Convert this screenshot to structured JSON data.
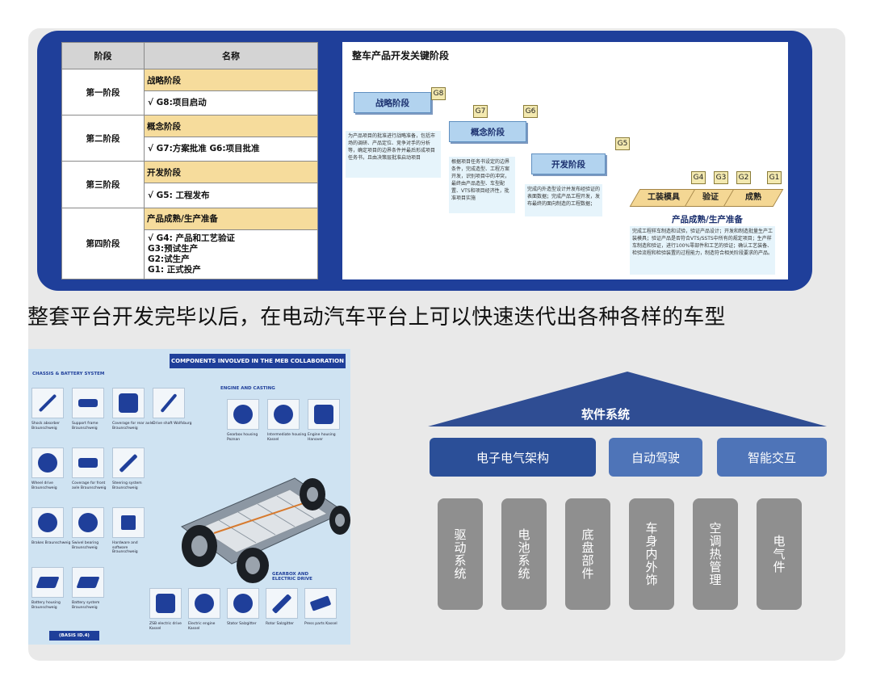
{
  "stage_table": {
    "header_stage": "阶段",
    "header_name": "名称",
    "rows": [
      {
        "stage": "第一阶段",
        "name": "战略阶段",
        "gate": "√ G8:项目启动"
      },
      {
        "stage": "第二阶段",
        "name": "概念阶段",
        "gate": "√ G7:方案批准   G6:项目批准"
      },
      {
        "stage": "第三阶段",
        "name": "开发阶段",
        "gate": "√ G5: 工程发布"
      },
      {
        "stage": "第四阶段",
        "name": "产品成熟/生产准备",
        "gate": "√ G4: 产品和工艺验证\n    G3:预试生产\n    G2:试生产\n    G1: 正式投产"
      }
    ]
  },
  "process": {
    "title": "整车产品开发关键阶段",
    "steps": {
      "strategy": "战略阶段",
      "concept": "概念阶段",
      "development": "开发阶段"
    },
    "gates": {
      "g8": "G8",
      "g7": "G7",
      "g6": "G6",
      "g5": "G5",
      "g4": "G4",
      "g3": "G3",
      "g2": "G2",
      "g1": "G1"
    },
    "final_steps": {
      "tooling": "工装模具",
      "validation": "验证",
      "maturity": "成熟"
    },
    "final_label": "产品成熟/生产准备",
    "desc_strategy": "为产品项目的批准进行战略准备，包括市场的调研、产品定位、竞争对手的分析等，确定项目的边界条件并最后形成项目任务书，且由决策层批准启动项目",
    "desc_concept": "根据项目任务书设定的边界条件，完成造型、工程方案开发，识别项目中的冲突，最终由产品造型、车型配置、VTS和项目经济性，批准项目实施",
    "desc_development": "完成内外造型设计并发布经验证的表面数据；完成产品工程开发，发布最终的面向制造的工程数据；",
    "desc_final": "完成工程样车制造和试验，验证产品设计；开发和制造批量生产工装模具；验证产品是否符合VTS/SSTS中所有的规定项目；生产样车制造和验证，进行100%零部件和工艺的验证；确认工艺装备、检验流程和检验装置的过程能力，制造符合相关阶段要求的产品。"
  },
  "headline": "整套平台开发完毕以后，在电动汽车平台上可以快速迭代出各种各样的车型",
  "meb": {
    "banner": "COMPONENTS INVOLVED IN THE MEB COLLABORATION",
    "section_chassis": "CHASSIS & BATTERY SYSTEM",
    "section_engine": "ENGINE AND CASTING",
    "section_gearbox": "GEARBOX AND ELECTRIC DRIVE",
    "basis": "(BASIS ID.4)",
    "captions": [
      "Shock absorber Braunschweig",
      "Support frame Braunschweig",
      "Coverage for rear axle Braunschweig",
      "Drive shaft Wolfsburg",
      "Wheel drive Braunschweig",
      "Coverage for front axle Braunschweig",
      "Steering system Braunschweig",
      "Brakes Braunschweig",
      "Swivel bearing Braunschweig",
      "Hardware and software Braunschweig",
      "Battery housing Braunschweig",
      "Battery system Braunschweig",
      "Gearbox housing Poznan",
      "Intermediate housing Kassel",
      "Engine housing Hanover",
      "ZSB electric drive Kassel",
      "Electric engine Kassel",
      "Stator Salzgitter",
      "Rotor Salzgitter",
      "Press parts Kassel"
    ]
  },
  "architecture": {
    "roof": "软件系统",
    "tier2": [
      "电子电气架构",
      "自动驾驶",
      "智能交互"
    ],
    "tier3": [
      "驱动系统",
      "电池系统",
      "底盘部件",
      "车身内外饰",
      "空调热管理",
      "电气件"
    ],
    "colors": {
      "roof": "#2f4d93",
      "primary": "#2b4f98",
      "secondary": "#4e74b8",
      "column": "#8f8f8f"
    }
  }
}
